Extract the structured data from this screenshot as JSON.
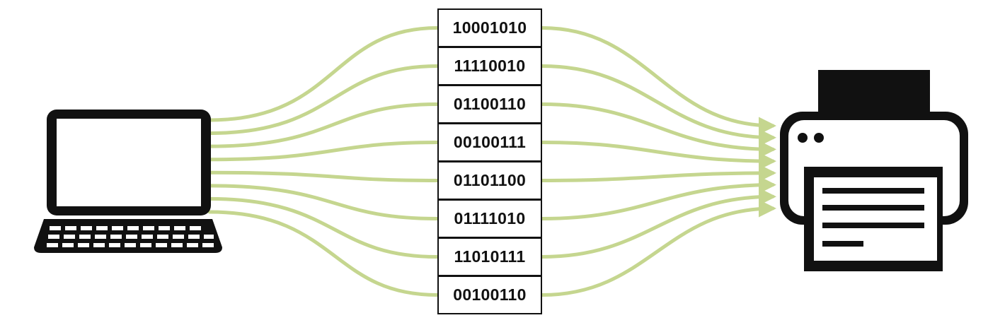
{
  "colors": {
    "wire": "#c5d68f",
    "icon": "#111111",
    "cell_border": "#111111",
    "background": "#ffffff"
  },
  "icons": {
    "source": "laptop-icon",
    "destination": "printer-icon"
  },
  "bytes": [
    "10001010",
    "11110010",
    "01100110",
    "00100111",
    "01101100",
    "01111010",
    "11010111",
    "00100110"
  ]
}
